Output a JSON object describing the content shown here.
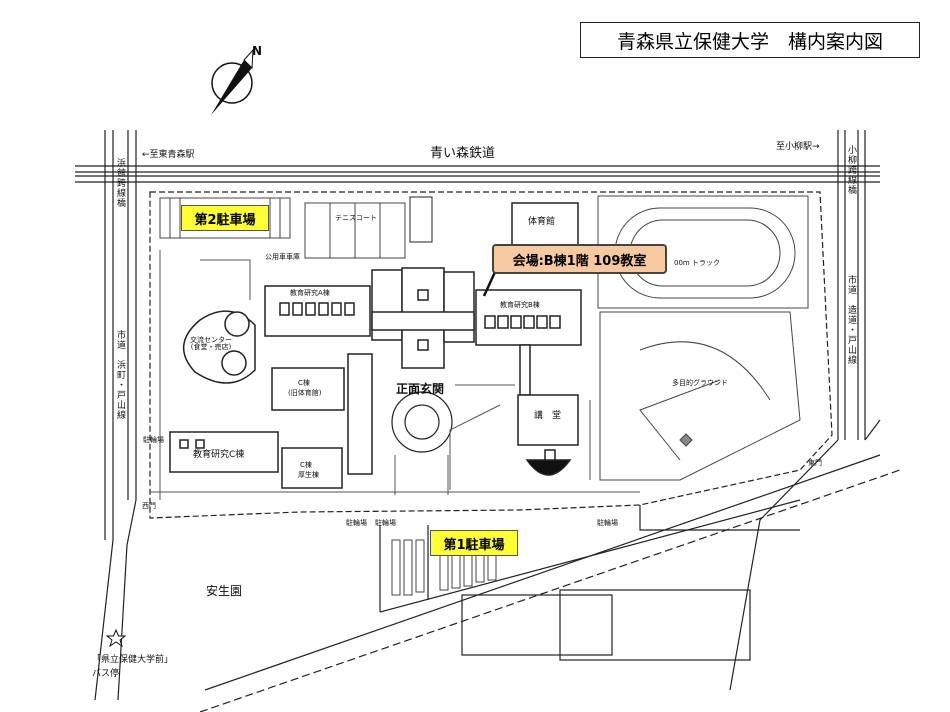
{
  "title": "青森県立保健大学　構内案内図",
  "north": "N",
  "railway": "青い森鉄道",
  "to_east_aomori": "←至東青森駅",
  "to_koyanagi": "至小柳駅→",
  "parking_2": "第2駐車場",
  "parking_1": "第1駐車場",
  "venue": "会場:B棟1階 109教室",
  "tennis_court": "テニスコート",
  "gym": "体育館",
  "track": "00m トラック",
  "public_parking": "公用車車庫",
  "building_a": "教育研究A棟",
  "building_b": "教育研究B棟",
  "building_c_edu": "教育研究C棟",
  "exchange_center": "交流センター\n(食堂・売店)",
  "c_wing_line1": "C棟",
  "c_wing_line2": "(旧体育館)",
  "c_wing_welfare_line1": "C棟",
  "c_wing_welfare_line2": "厚生棟",
  "main_entrance": "正面玄関",
  "auditorium": "講　堂",
  "multi_ground": "多目的グラウンド",
  "east_gate": "東門",
  "west_gate": "西門",
  "bicycle_1": "駐輪場",
  "bicycle_2": "駐輪場",
  "bicycle_3": "駐輪場",
  "bicycle_4": "駐輪場",
  "anseien": "安生園",
  "bus_stop_name": "「県立保健大学前」",
  "bus_stop": "バス停",
  "road_hamadate": "浜館跨線橋",
  "road_city_left": "市道　浜町・戸山線",
  "road_koyanagi": "小柳跨線橋",
  "road_city_right": "市道　造道・戸山線"
}
